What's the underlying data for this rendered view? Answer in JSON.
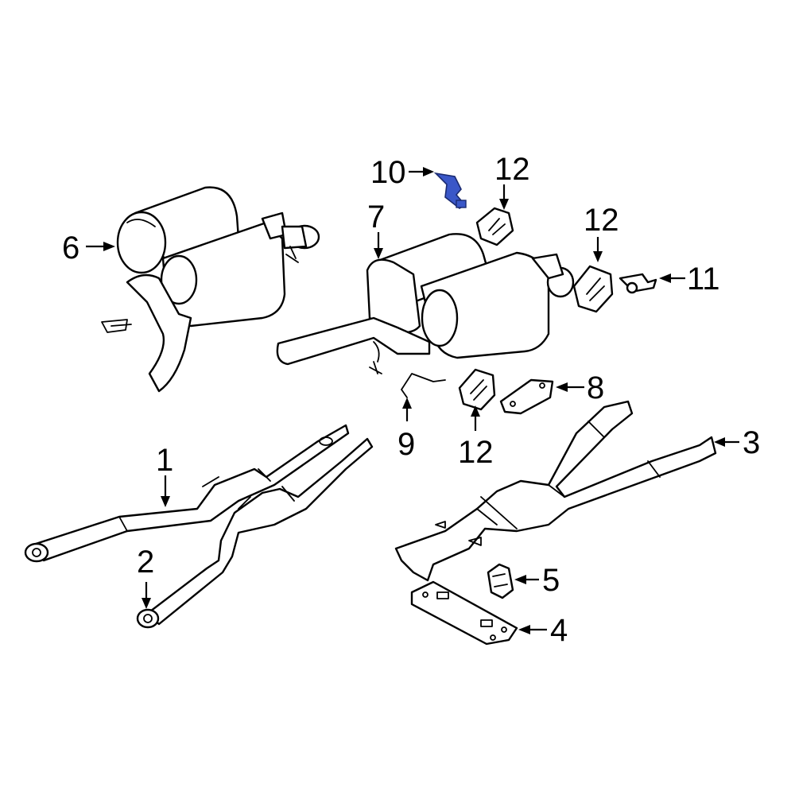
{
  "callouts": {
    "c1": "1",
    "c2": "2",
    "c3": "3",
    "c4": "4",
    "c5": "5",
    "c6": "6",
    "c7": "7",
    "c8": "8",
    "c9": "9",
    "c10": "10",
    "c11": "11",
    "c12a": "12",
    "c12b": "12",
    "c12c": "12"
  },
  "highlight": {
    "part": "10",
    "color": "#3a57c8"
  },
  "colors": {
    "line": "#000000",
    "fill": "#ffffff"
  }
}
